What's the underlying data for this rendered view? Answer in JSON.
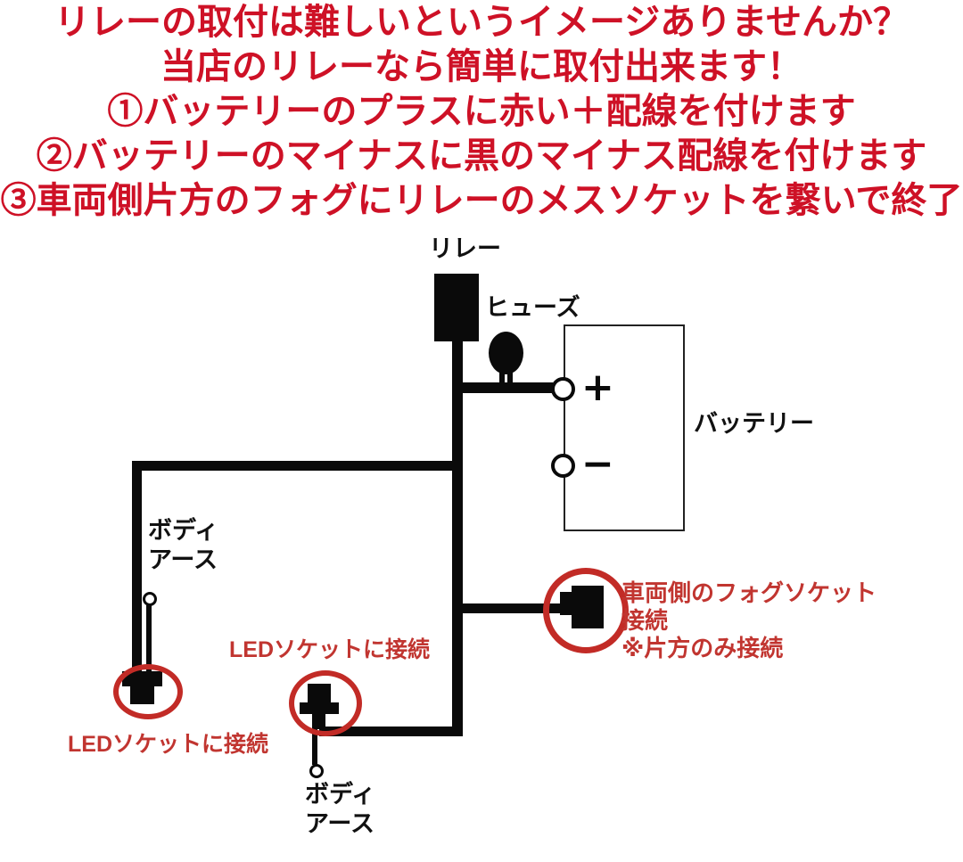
{
  "title": {
    "color": "#ce1126",
    "lines": [
      "リレーの取付は難しいというイメージありませんか？",
      "当店のリレーなら簡単に取付出来ます！",
      "①バッテリーのプラスに赤い＋配線を付けます",
      "②バッテリーのマイナスに黒のマイナス配線を付けます",
      "③車両側片方のフォグにリレーのメスソケットを繋いで終了"
    ]
  },
  "diagram": {
    "relay_label": "リレー",
    "fuse_label": "ヒューズ",
    "battery_label": "バッテリー",
    "plus_sign": "+",
    "minus_sign": "−",
    "body_earth_left": {
      "line1": "ボディ",
      "line2": "アース"
    },
    "body_earth_bottom": {
      "line1": "ボディ",
      "line2": "アース"
    },
    "led_annotation_left": "LEDソケットに接続",
    "led_annotation_mid": "LEDソケットに接続",
    "fog_annotation": {
      "line1": "車両側のフォグソケット",
      "line2": "接続",
      "line3": "※片方のみ接続"
    },
    "colors": {
      "wire_black": "#0a0a0a",
      "annotation_red": "#c13530",
      "highlight_circle_red": "#c22b26"
    }
  }
}
